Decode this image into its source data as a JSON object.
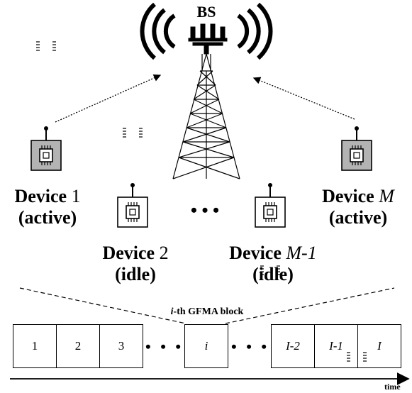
{
  "base_station": {
    "label": "BS"
  },
  "devices": [
    {
      "prefix": "Device",
      "id": "1",
      "id_italic": false,
      "status": "(active)"
    },
    {
      "prefix": "Device",
      "id": "2",
      "id_italic": false,
      "status": "(idle)"
    },
    {
      "prefix": "Device",
      "id": "M-1",
      "id_italic": true,
      "status": "(idle)"
    },
    {
      "prefix": "Device",
      "id": "M",
      "id_italic": true,
      "status": "(active)"
    }
  ],
  "block_label": {
    "index": "i",
    "text": "-th GFMA block"
  },
  "blocks": [
    "1",
    "2",
    "3",
    "i",
    "I-2",
    "I-1",
    "I"
  ],
  "ellipsis": "• • •",
  "small_ellipsis": "• • •",
  "time_label": "time",
  "colors": {
    "active_device": "#b3b3b3",
    "idle_device": "#ffffff"
  }
}
